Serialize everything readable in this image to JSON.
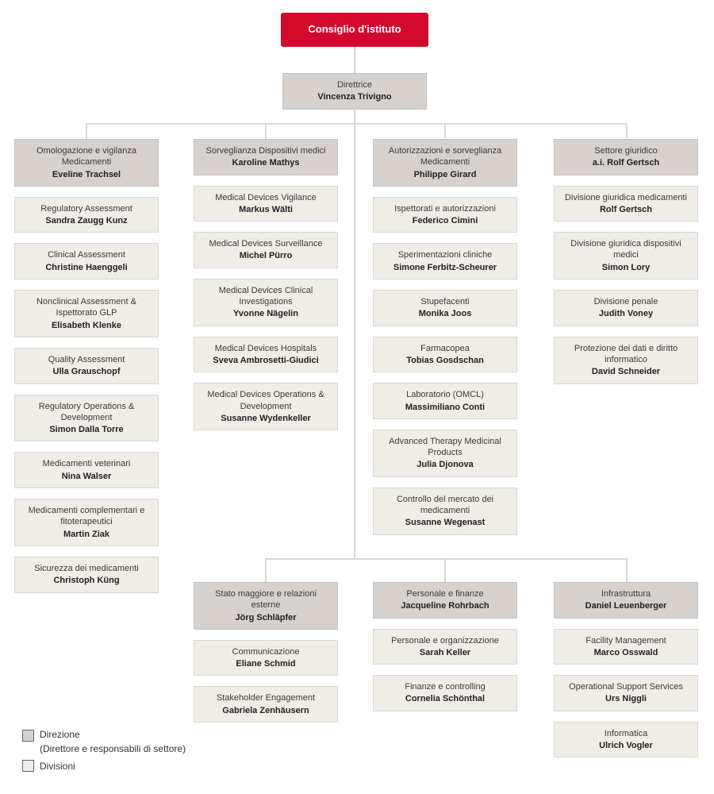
{
  "root": {
    "label": "Consiglio d'istituto"
  },
  "director": {
    "title": "Direttrice",
    "name": "Vincenza Trivigno"
  },
  "top_columns": [
    {
      "head": {
        "title": "Omologazione e vigilanza Medicamenti",
        "name": "Eveline Trachsel"
      },
      "children": [
        {
          "title": "Regulatory Assessment",
          "name": "Sandra Zaugg Kunz"
        },
        {
          "title": "Clinical Assessment",
          "name": "Christine Haenggeli"
        },
        {
          "title": "Nonclinical Assessment & Ispettorato GLP",
          "name": "Elisabeth Klenke"
        },
        {
          "title": "Quality Assessment",
          "name": "Ulla Grauschopf"
        },
        {
          "title": "Regulatory Operations & Development",
          "name": "Simon Dalla Torre"
        },
        {
          "title": "Medicamenti veterinari",
          "name": "Nina Walser"
        },
        {
          "title": "Medicamenti complementari e fitoterapeutici",
          "name": "Martin Ziak"
        },
        {
          "title": "Sicurezza dei medicamenti",
          "name": "Christoph Küng"
        }
      ]
    },
    {
      "head": {
        "title": "Sorveglianza Dispositivi medici",
        "name": "Karoline Mathys"
      },
      "children": [
        {
          "title": "Medical Devices Vigilance",
          "name": "Markus Wälti"
        },
        {
          "title": "Medical Devices Surveillance",
          "name": "Michel Pürro"
        },
        {
          "title": "Medical Devices Clinical Investigations",
          "name": "Yvonne Nägelin"
        },
        {
          "title": "Medical Devices Hospitals",
          "name": "Sveva Ambrosetti-Giudici"
        },
        {
          "title": "Medical Devices Operations & Development",
          "name": "Susanne Wydenkeller"
        }
      ]
    },
    {
      "head": {
        "title": "Autorizzazioni e sorveglianza Medicamenti",
        "name": "Philippe Girard"
      },
      "children": [
        {
          "title": "Ispettorati e autorizzazioni",
          "name": "Federico Cimini"
        },
        {
          "title": "Sperimentazioni cliniche",
          "name": "Simone Ferbitz-Scheurer"
        },
        {
          "title": "Stupefacenti",
          "name": "Monika Joos"
        },
        {
          "title": "Farmacopea",
          "name": "Tobias Gosdschan"
        },
        {
          "title": "Laboratorio (OMCL)",
          "name": "Massimiliano Conti"
        },
        {
          "title": "Advanced Therapy Medicinal Products",
          "name": "Julia Djonova"
        },
        {
          "title": "Controllo del mercato dei medicamenti",
          "name": "Susanne Wegenast"
        }
      ]
    },
    {
      "head": {
        "title": "Settore giuridico",
        "name": "a.i. Rolf Gertsch"
      },
      "children": [
        {
          "title": "Divisione giuridica medicamenti",
          "name": "Rolf Gertsch"
        },
        {
          "title": "Divisione giuridica dispositivi medici",
          "name": "Simon Lory"
        },
        {
          "title": "Divisione penale",
          "name": "Judith Voney"
        },
        {
          "title": "Protezione dei dati e diritto informatico",
          "name": "David Schneider"
        }
      ]
    }
  ],
  "bottom_columns": [
    {
      "head": {
        "title": "Stato maggiore e relazioni esterne",
        "name": "Jörg Schläpfer"
      },
      "children": [
        {
          "title": "Communicazione",
          "name": "Eliane Schmid"
        },
        {
          "title": "Stakeholder Engagement",
          "name": "Gabriela Zenhäusern"
        }
      ]
    },
    {
      "head": {
        "title": "Personale e finanze",
        "name": "Jacqueline Rohrbach"
      },
      "children": [
        {
          "title": "Personale e organizzazione",
          "name": "Sarah Keller"
        },
        {
          "title": "Finanze e controlling",
          "name": "Cornelia Schönthal"
        }
      ]
    },
    {
      "head": {
        "title": "Infrastruttura",
        "name": "Daniel Leuenberger"
      },
      "children": [
        {
          "title": "Facility Management",
          "name": "Marco Osswald"
        },
        {
          "title": "Operational Support Services",
          "name": "Urs Niggli"
        },
        {
          "title": "Informatica",
          "name": "Ulrich Vogler"
        }
      ]
    }
  ],
  "legend": {
    "direzione_label": "Direzione",
    "direzione_sub": "(Direttore e responsabili di settore)",
    "divisioni_label": "Divisioni"
  },
  "colors": {
    "accent_red": "#d2092d",
    "head_bg": "#d7d1ce",
    "division_bg": "#f0ede7",
    "line": "#dcd7d4"
  }
}
